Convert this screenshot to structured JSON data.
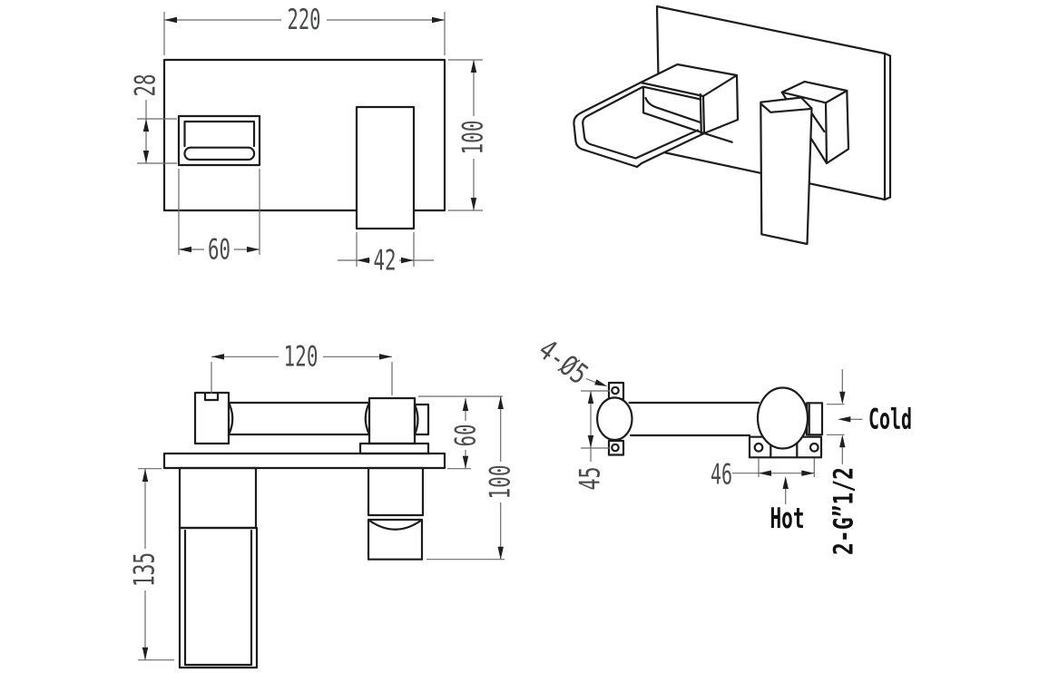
{
  "colors": {
    "line": "#1c1c1c",
    "dim_line": "#6a6b6b",
    "dim_text": "#4a4b4c",
    "label_text": "#111111",
    "background": "#ffffff"
  },
  "front_view": {
    "dim_plate_width": "220",
    "dim_plate_height": "100",
    "dim_spout_opening_height": "28",
    "dim_spout_width": "60",
    "dim_handle_width": "42"
  },
  "side_view": {
    "dim_center_distance": "120",
    "dim_body_height": "60",
    "dim_handle_drop": "100",
    "dim_spout_length": "135"
  },
  "rear_view": {
    "dim_mount_holes": "4-Ø5",
    "dim_mount_hole_spacing": "45",
    "dim_inlet_screw_spacing": "46",
    "label_hot": "Hot",
    "label_cold": "Cold",
    "label_thread": "2-G”1/2"
  }
}
